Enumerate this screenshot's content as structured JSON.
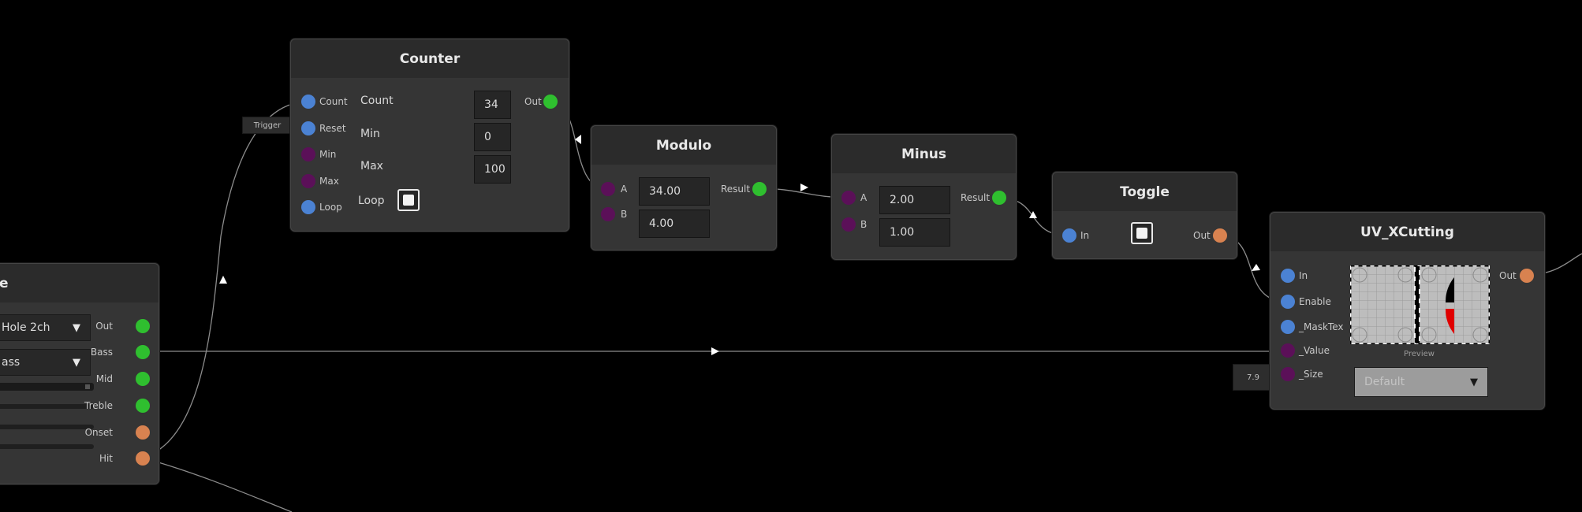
{
  "audio_node": {
    "title_fragment": "e",
    "device_dropdown": "Hole 2ch",
    "band_dropdown": "ass",
    "outputs": [
      "Out",
      "Bass",
      "Mid",
      "Treble",
      "Onset",
      "Hit"
    ]
  },
  "counter": {
    "title": "Counter",
    "inputs": [
      "Count",
      "Reset",
      "Min",
      "Max",
      "Loop"
    ],
    "fields": [
      {
        "label": "Count",
        "value": "34"
      },
      {
        "label": "Min",
        "value": "0"
      },
      {
        "label": "Max",
        "value": "100"
      }
    ],
    "loop_label": "Loop",
    "loop_checked": true,
    "output": "Out",
    "trigger_tag": "Trigger"
  },
  "modulo": {
    "title": "Modulo",
    "inputs": [
      {
        "label": "A",
        "value": "34.00"
      },
      {
        "label": "B",
        "value": "4.00"
      }
    ],
    "output": "Result"
  },
  "minus": {
    "title": "Minus",
    "inputs": [
      {
        "label": "A",
        "value": "2.00"
      },
      {
        "label": "B",
        "value": "1.00"
      }
    ],
    "output": "Result"
  },
  "toggle": {
    "title": "Toggle",
    "input": "In",
    "checked": true,
    "output": "Out"
  },
  "uv_xcutting": {
    "title": "UV_XCutting",
    "inputs": [
      "In",
      "Enable",
      "_MaskTex",
      "_Value",
      "_Size"
    ],
    "output": "Out",
    "preview_label": "Preview",
    "mode_dropdown": "Default",
    "size_tag": "7.9"
  },
  "colors": {
    "background": "#000000",
    "node_body": "#353535",
    "node_header": "#2b2b2b",
    "port_float": "#4b82d3",
    "port_int": "#5b1058",
    "port_output_green": "#2fbf2f",
    "port_bool": "#d88250",
    "wire": "#8c8c8c"
  }
}
